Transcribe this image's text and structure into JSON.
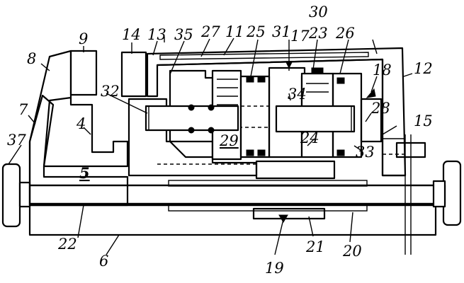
{
  "labels": {
    "l9": "9",
    "l8": "8",
    "l7": "7",
    "l4": "4",
    "l37": "37",
    "l5": "5",
    "l14": "14",
    "l13": "13",
    "l35": "35",
    "l27": "27",
    "l11": "11",
    "l25": "25",
    "l31": "31",
    "l17": "17",
    "l30": "30",
    "l23": "23",
    "l26": "26",
    "l18": "18",
    "l12": "12",
    "l15": "15",
    "l28": "28",
    "l33": "33",
    "l34": "34",
    "l24": "24",
    "l29": "29",
    "l32": "32",
    "l22": "22",
    "l6": "6",
    "l19": "19",
    "l21": "21",
    "l20": "20"
  }
}
